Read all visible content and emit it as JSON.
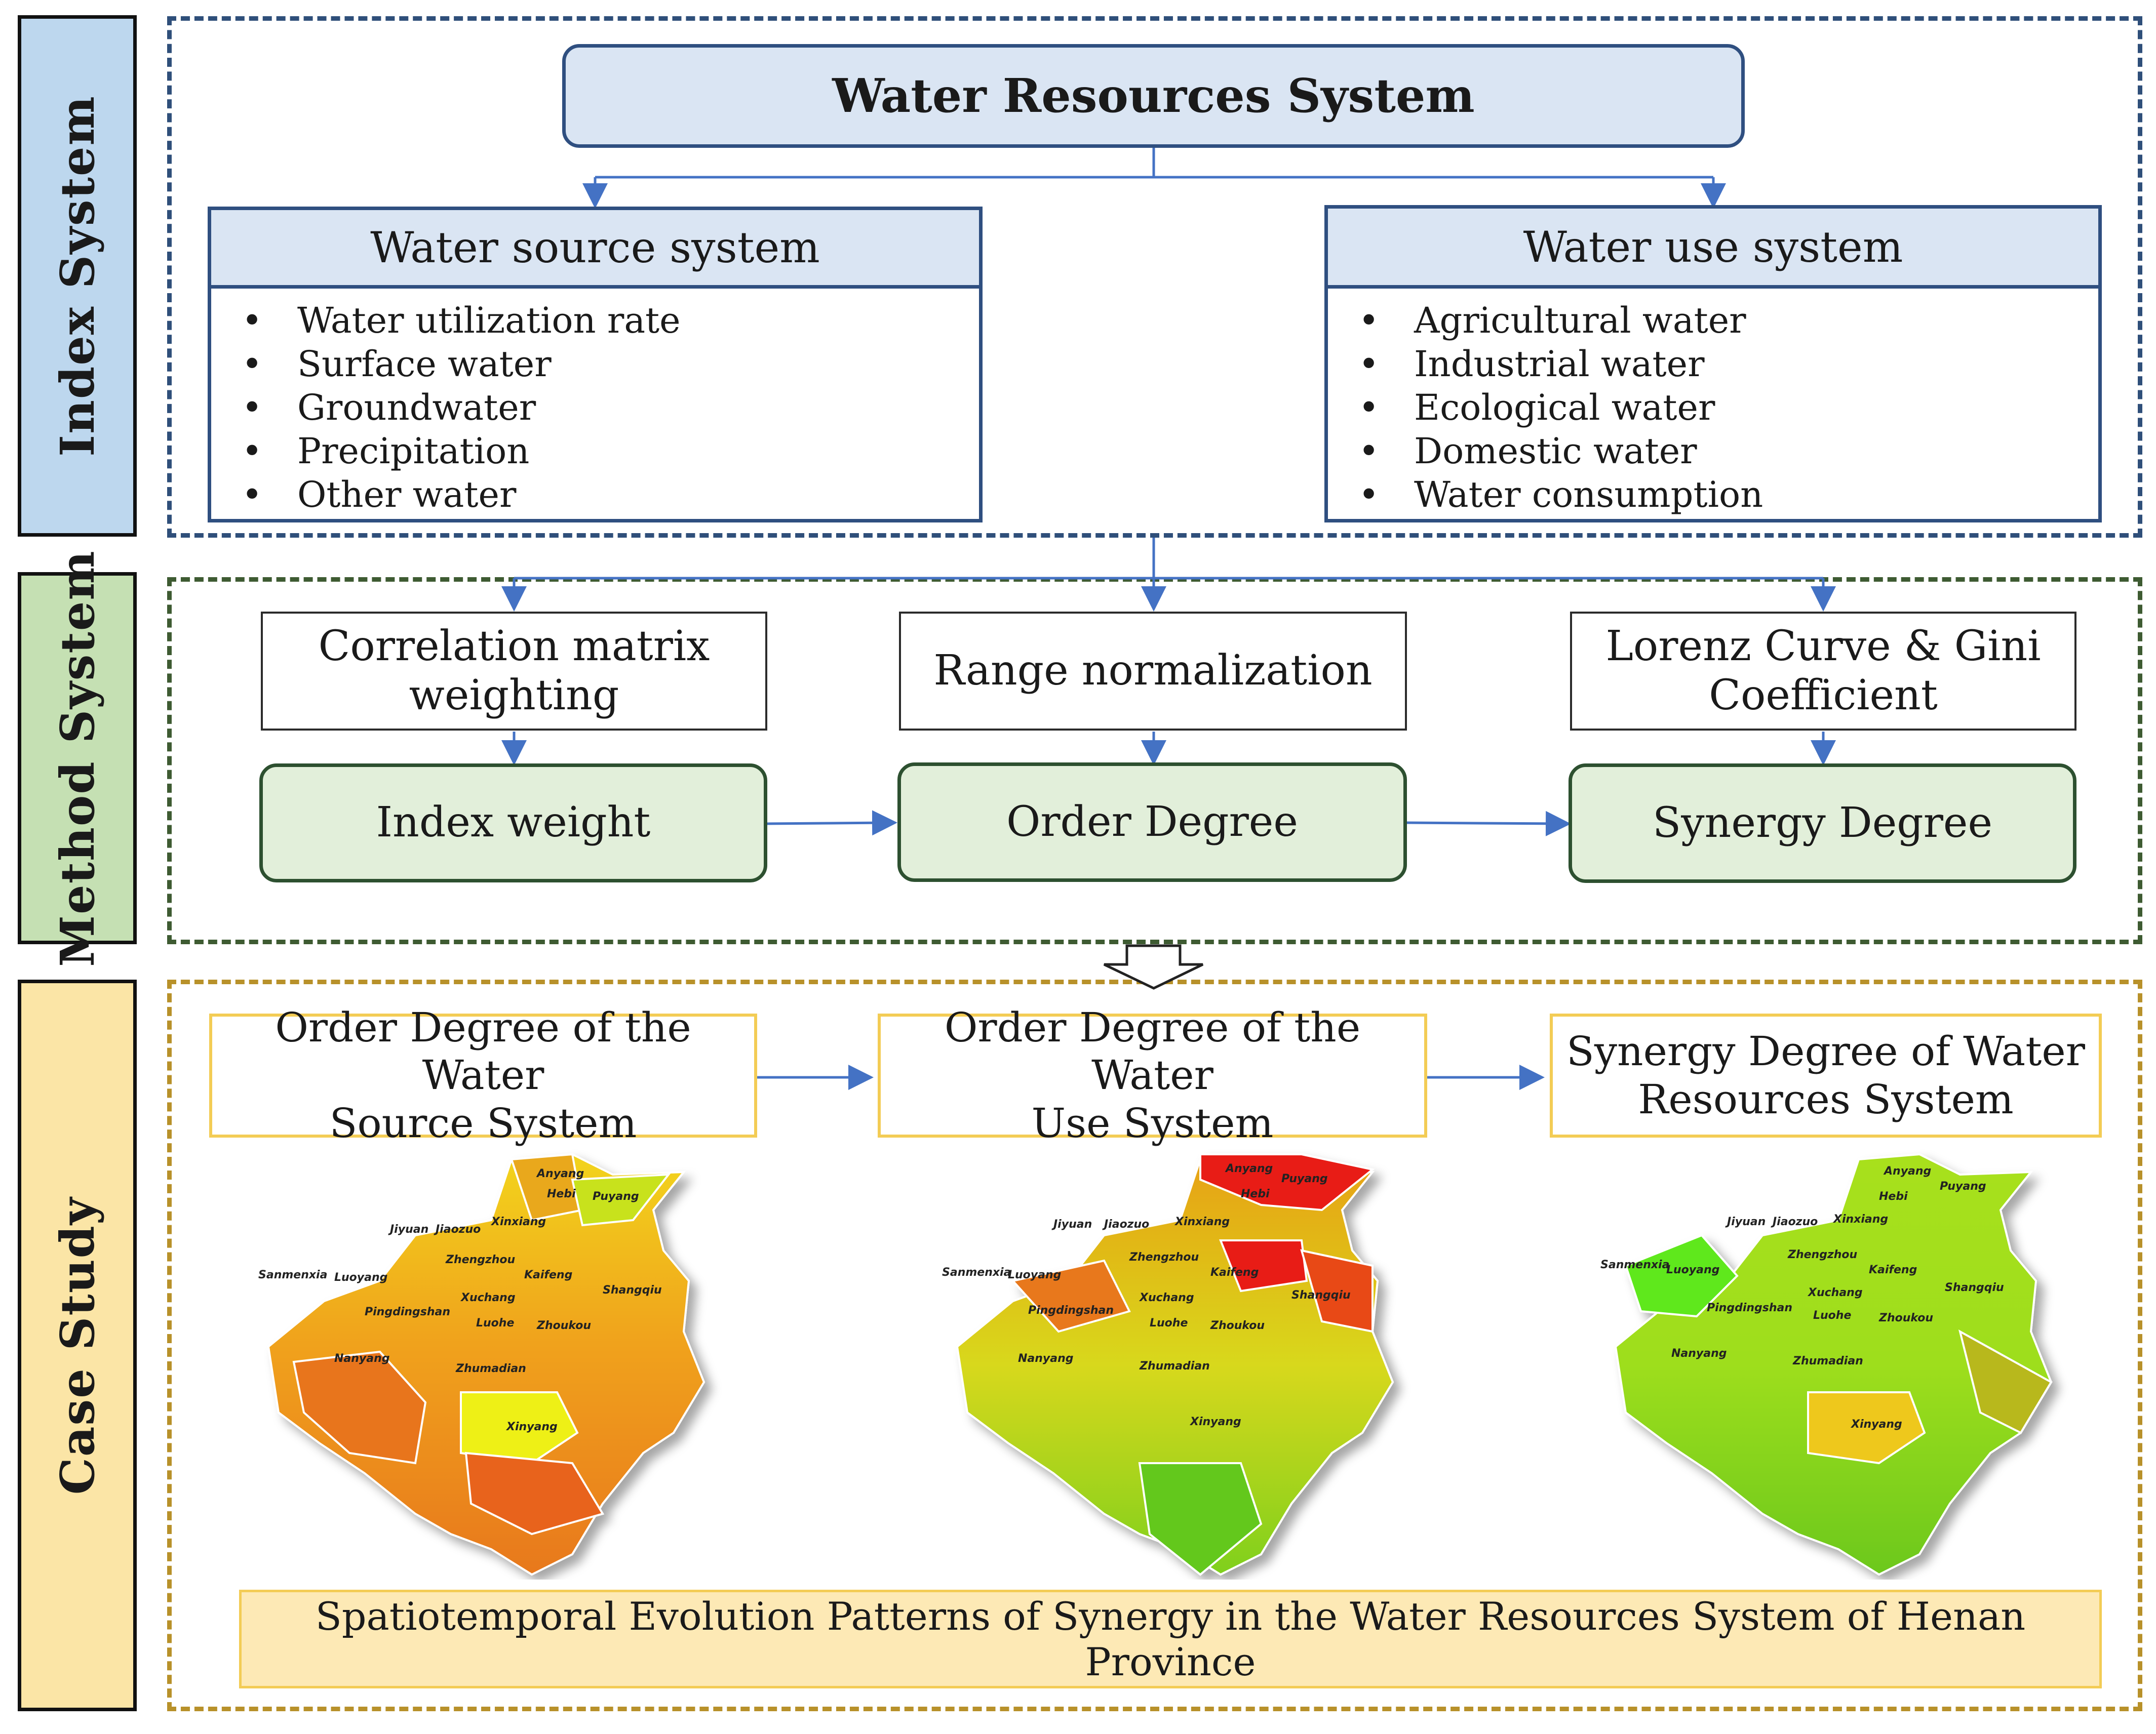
{
  "sections": {
    "index": {
      "label": "Index  System"
    },
    "method": {
      "label": "Method  System"
    },
    "case": {
      "label": "Case  Study"
    }
  },
  "top_title": "Water Resources System",
  "water_source": {
    "title": "Water source system",
    "items": [
      "Water utilization rate",
      "Surface water",
      "Groundwater",
      "Precipitation",
      "Other water"
    ]
  },
  "water_use": {
    "title": "Water use system",
    "items": [
      "Agricultural water",
      "Industrial water",
      "Ecological water",
      "Domestic water",
      "Water consumption"
    ]
  },
  "methods": {
    "m1_line1": "Correlation matrix",
    "m1_line2": "weighting",
    "m2": "Range normalization",
    "m3_line1": "Lorenz Curve & Gini",
    "m3_line2": "Coefficient"
  },
  "results": {
    "r1": "Index weight",
    "r2": "Order Degree",
    "r3": "Synergy Degree"
  },
  "case": {
    "c1_line1": "Order Degree of the Water",
    "c1_line2": "Source System",
    "c2_line1": "Order Degree of the Water",
    "c2_line2": "Use System",
    "c3_line1": "Synergy Degree of  Water",
    "c3_line2": "Resources System",
    "bottom": "Spatiotemporal Evolution Patterns of Synergy in the Water Resources System of Henan Province"
  },
  "map_labels": [
    "Anyang",
    "Hebi",
    "Puyang",
    "Jiyuan",
    "Jiaozuo",
    "Xinxiang",
    "Sanmenxia",
    "Luoyang",
    "Zhengzhou",
    "Kaifeng",
    "Shangqiu",
    "Pingdingshan",
    "Xuchang",
    "Luohe",
    "Zhoukou",
    "Nanyang",
    "Zhumadian",
    "Xinyang"
  ],
  "colors": {
    "index_dash": "#2f4f7a",
    "method_dash": "#3e5b32",
    "case_dash": "#b8912a",
    "index_side": "#bdd7ee",
    "method_side": "#c5e0b3",
    "case_side": "#fbe5a6",
    "arrow": "#4472c4",
    "bottom_fill": "#fde9b5"
  }
}
